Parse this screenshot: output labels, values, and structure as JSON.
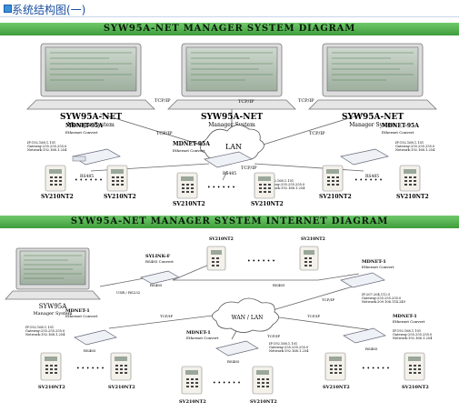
{
  "header": {
    "title": "系统结构图(一)"
  },
  "diagram1": {
    "banner": "SYW95A-NET MANAGER SYSTEM DIAGRAM",
    "stations": [
      {
        "title": "SYW95A-NET",
        "subtitle": "Manager System"
      },
      {
        "title": "SYW95A-NET",
        "subtitle": "Manager System"
      },
      {
        "title": "SYW95A-NET",
        "subtitle": "Manager System"
      }
    ],
    "tcp_labels": [
      "TCP/IP",
      "TCP/IP",
      "TCP/IP",
      "TCP/IP",
      "TCP/IP",
      "TCP/IP"
    ],
    "lan": "LAN",
    "converters": [
      {
        "name": "MDNET-95A",
        "type": "Ethernet Convert"
      },
      {
        "name": "MDNET-95A",
        "type": "Ethernet Convert"
      },
      {
        "name": "MDNET-95A",
        "type": "Ethernet Convert"
      }
    ],
    "ip_lines": [
      "IP:192.168.1.101",
      "Gateway:255.255.255.0",
      "Network:192.168.1.254"
    ],
    "rs485": "RS485",
    "dots": "• • • • • •",
    "terminal": "SV210NT2"
  },
  "diagram2": {
    "banner": "SYW95A-NET MANAGER SYSTEM INTERNET DIAGRAM",
    "station": {
      "title": "SYW95A",
      "subtitle": "Manager System"
    },
    "usb": "USB / RS232",
    "sylink": {
      "name": "SYLINK-F",
      "type": "RS485 Convert"
    },
    "wan_lan": "WAN / LAN",
    "tcp": "TCP/IP",
    "rs485": "RS485",
    "converter_main": {
      "name": "MDNET-1",
      "type": "Ethernet Convert"
    },
    "ip_main": [
      "IP:207.204.112.5",
      "Gateway:255.255.255.0",
      "Network:209.106.114.249"
    ],
    "ip_lines": [
      "IP:192.168.1.101",
      "Gateway:255.255.255.0",
      "Network:192.168.1.254"
    ],
    "dots": "• • • • • •",
    "terminal": "SV210NT2"
  }
}
